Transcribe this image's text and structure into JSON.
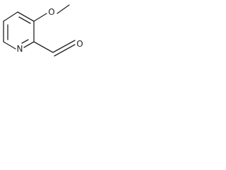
{
  "structure": {
    "atoms": {
      "ring_nitrogen": "N",
      "methoxy_oxygen": "O",
      "aldehyde_oxygen": "O"
    }
  },
  "colors": {
    "background": "#ffffff",
    "bond": "#222222",
    "label": "#222222"
  }
}
